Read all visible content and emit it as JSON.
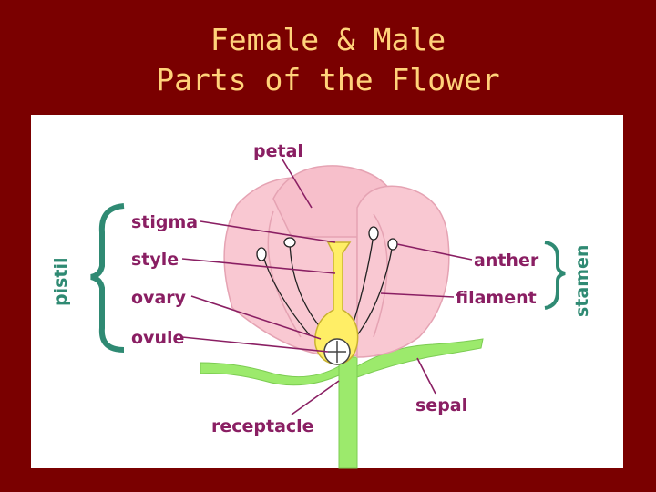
{
  "title": {
    "line1": "Female & Male",
    "line2": "Parts of the Flower"
  },
  "labels": {
    "petal": "petal",
    "stigma": "stigma",
    "style": "style",
    "ovary": "ovary",
    "ovule": "ovule",
    "anther": "anther",
    "filament": "filament",
    "sepal": "sepal",
    "receptacle": "receptacle",
    "pistil": "pistil",
    "stamen": "stamen"
  },
  "colors": {
    "background": "#7a0000",
    "title": "#ffd27a",
    "label": "#8a1f63",
    "group_label": "#2f8a73",
    "petal_fill": "#f9c8d2",
    "pistil_fill": "#ffee66",
    "stem_fill": "#9cea6c"
  }
}
